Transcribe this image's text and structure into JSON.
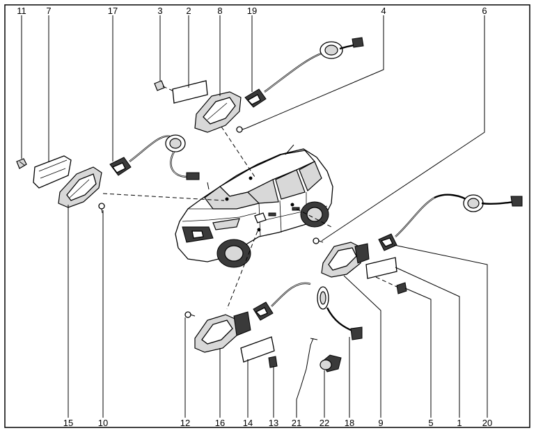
{
  "callouts": [
    {
      "id": "num-11",
      "text": "11"
    },
    {
      "id": "num-7",
      "text": "7"
    },
    {
      "id": "num-17",
      "text": "17"
    },
    {
      "id": "num-3",
      "text": "3"
    },
    {
      "id": "num-2",
      "text": "2"
    },
    {
      "id": "num-8",
      "text": "8"
    },
    {
      "id": "num-19",
      "text": "19"
    },
    {
      "id": "num-4",
      "text": "4"
    },
    {
      "id": "num-6",
      "text": "6"
    },
    {
      "id": "num-15",
      "text": "15"
    },
    {
      "id": "num-10",
      "text": "10"
    },
    {
      "id": "num-12",
      "text": "12"
    },
    {
      "id": "num-16",
      "text": "16"
    },
    {
      "id": "num-14",
      "text": "14"
    },
    {
      "id": "num-13",
      "text": "13"
    },
    {
      "id": "num-21",
      "text": "21"
    },
    {
      "id": "num-22",
      "text": "22"
    },
    {
      "id": "num-18",
      "text": "18"
    },
    {
      "id": "num-9",
      "text": "9"
    },
    {
      "id": "num-5",
      "text": "5"
    },
    {
      "id": "num-1",
      "text": "1"
    },
    {
      "id": "num-20",
      "text": "20"
    }
  ]
}
